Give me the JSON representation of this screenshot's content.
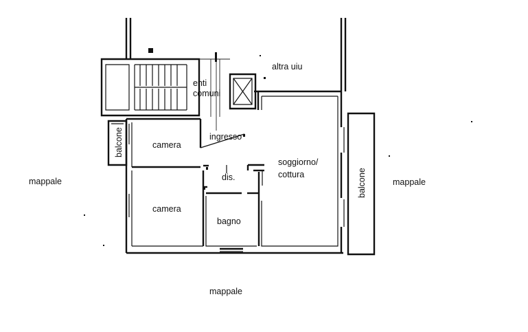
{
  "labels": {
    "altra_ui": "altra uiu",
    "enti_comuni": [
      "enti",
      "comuni"
    ],
    "balcone_left": "balcone",
    "balcone_right": "balcone",
    "camera_top": "camera",
    "camera_bottom": "camera",
    "ingresso": "ingresso",
    "dis": "dis.",
    "soggiorno_cottura": [
      "soggiorno/",
      "cottura"
    ],
    "bagno": "bagno",
    "mappale_left": "mappale",
    "mappale_right": "mappale",
    "mappale_bottom": "mappale"
  },
  "colors": {
    "ink": "#111111",
    "background": "#ffffff"
  }
}
